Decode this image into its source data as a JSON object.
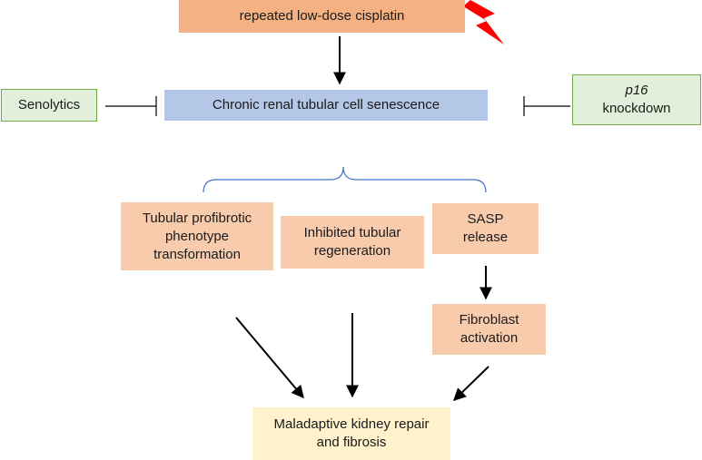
{
  "nodes": {
    "cisplatin": "repeated low-dose cisplatin",
    "senescence": "Chronic renal tubular cell senescence",
    "senolytics": "Senolytics",
    "p16_gene": "p16",
    "p16_action": "knockdown",
    "profibrotic": {
      "line1": "Tubular profibrotic",
      "line2": "phenotype",
      "line3": "transformation"
    },
    "inhibited": {
      "line1": "Inhibited tubular",
      "line2": "regeneration"
    },
    "sasp": {
      "line1": "SASP",
      "line2": "release"
    },
    "fibroblast": {
      "line1": "Fibroblast",
      "line2": "activation"
    },
    "maladaptive": {
      "line1": "Maladaptive kidney repair",
      "line2": "and fibrosis"
    }
  },
  "colors": {
    "cisplatin": "#f4b183",
    "senescence": "#b4c7e7",
    "inhibitor_fill": "#e2efda",
    "inhibitor_border": "#70ad47",
    "outcome": "#f8cbad",
    "final": "#fff2cc",
    "bracket": "#4472c4",
    "lightning": "#ff0000"
  },
  "icons": {
    "lightning": "lightning-bolt-icon"
  }
}
